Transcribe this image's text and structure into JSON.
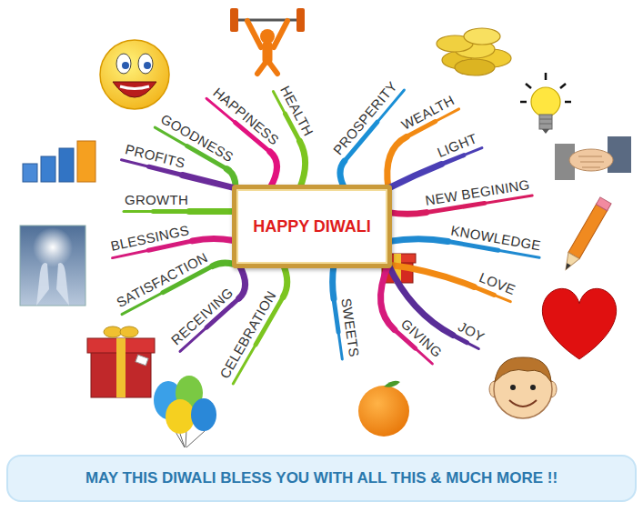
{
  "diagram": {
    "nodes": [
      {
        "text": [
          "HAPPY DIWALI"
        ]
      },
      {
        "text": [
          "MAY THIS DIWALI BLESS YOU WITH ALL THIS & MUCH MORE !!"
        ]
      }
    ],
    "labels": [
      "HAPPINESS",
      "HEALTH",
      "PROSPERITY",
      "GOODNESS",
      "WEALTH",
      "PROFITS",
      "LIGHT",
      "NEW BEGINING",
      "GROWTH",
      "KNOWLEDGE",
      "BLESSINGS",
      "SATISFACTION",
      "LOVE",
      "RECEIVING",
      "JOY",
      "GIVING",
      "CELEBRATION",
      "SWEETS"
    ]
  }
}
